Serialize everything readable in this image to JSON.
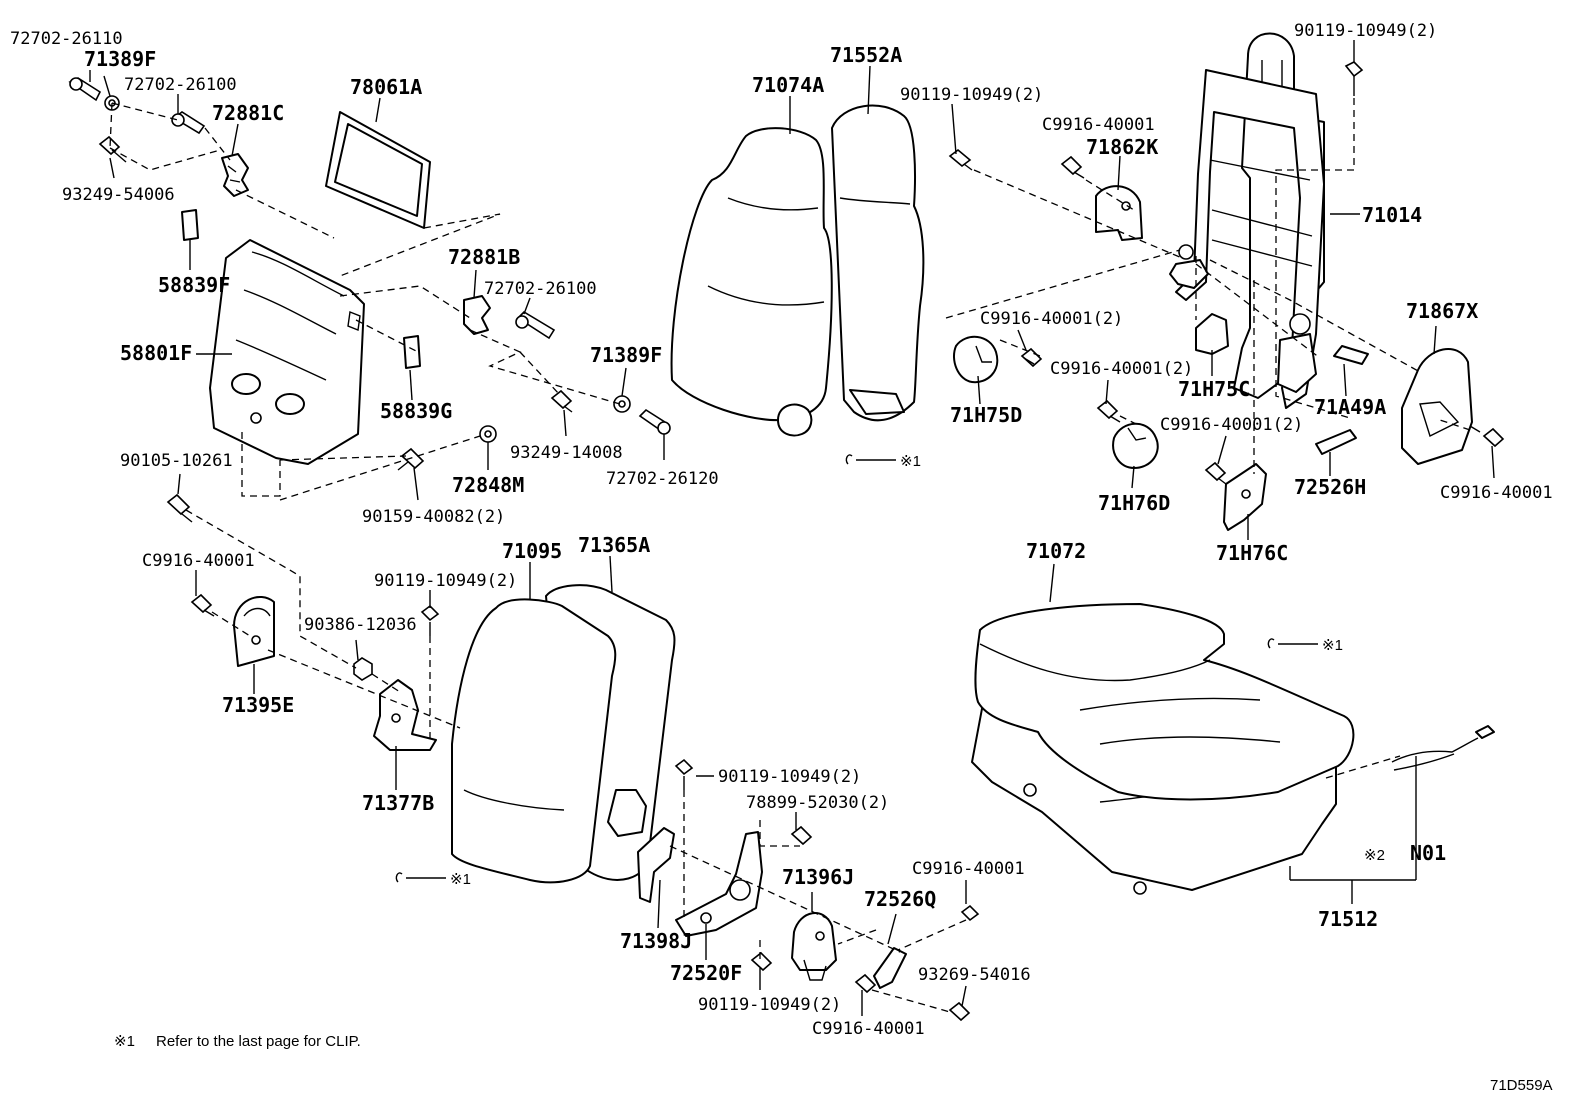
{
  "diagram_id": "71D559A",
  "footnote": {
    "mark": "※1",
    "text": "Refer to the last page for CLIP."
  },
  "clip_marks": [
    "※1",
    "※1",
    "※1",
    "※2"
  ],
  "labels": {
    "p72702_26110": "72702-26110",
    "p71389F_a": "71389F",
    "p72702_26100_a": "72702-26100",
    "p72881C": "72881C",
    "p93249_54006": "93249-54006",
    "p78061A": "78061A",
    "p58839F": "58839F",
    "p58801F": "58801F",
    "p72881B": "72881B",
    "p72702_26100_b": "72702-26100",
    "p58839G": "58839G",
    "p71389F_b": "71389F",
    "p93249_14008": "93249-14008",
    "p72848M": "72848M",
    "p72702_26120": "72702-26120",
    "p90105_10261": "90105-10261",
    "p90159_40082": "90159-40082(2)",
    "p71074A": "71074A",
    "p71552A": "71552A",
    "p90119_10949_a": "90119-10949(2)",
    "pC9916_40001_a": "C9916-40001",
    "p71862K": "71862K",
    "p90119_10949_b": "90119-10949(2)",
    "p71014": "71014",
    "pC9916_40001_b": "C9916-40001(2)",
    "p71H75D": "71H75D",
    "pC9916_40001_c": "C9916-40001(2)",
    "p71H75C": "71H75C",
    "p71A49A": "71A49A",
    "p71867X": "71867X",
    "pC9916_40001_d": "C9916-40001(2)",
    "p71H76D": "71H76D",
    "p72526H": "72526H",
    "pC9916_40001_e": "C9916-40001",
    "p71H76C": "71H76C",
    "pC9916_40001_f": "C9916-40001",
    "p90119_10949_c": "90119-10949(2)",
    "p71095": "71095",
    "p71365A": "71365A",
    "p90386_12036": "90386-12036",
    "p71395E": "71395E",
    "p71377B": "71377B",
    "p90119_10949_d": "90119-10949(2)",
    "p78899_52030": "78899-52030(2)",
    "p71396J": "71396J",
    "pC9916_40001_g": "C9916-40001",
    "p72526Q": "72526Q",
    "p71398J": "71398J",
    "p72520F": "72520F",
    "p90119_10949_e": "90119-10949(2)",
    "p93269_54016": "93269-54016",
    "pC9916_40001_h": "C9916-40001",
    "p71072": "71072",
    "pN01": "N01",
    "p71512": "71512"
  }
}
